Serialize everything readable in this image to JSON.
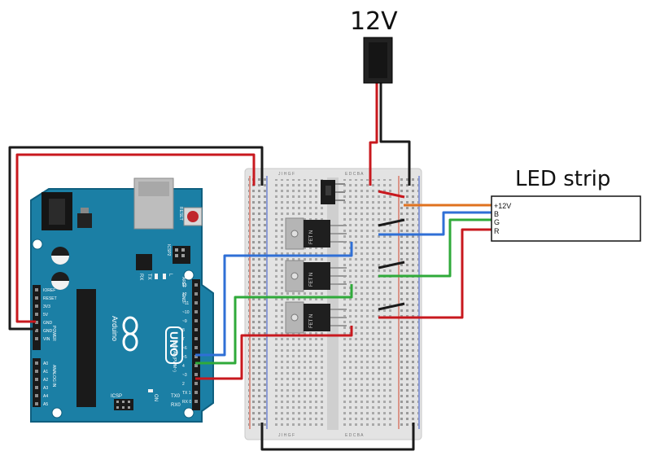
{
  "power": {
    "label": "12V"
  },
  "led_strip": {
    "title": "LED strip",
    "pins": [
      "+12V",
      "B",
      "G",
      "R"
    ]
  },
  "arduino": {
    "brand": "Arduino",
    "model": "UNO",
    "reset_label": "RESET",
    "icsp_label": "ICSP",
    "icsp2_label": "ICSP2",
    "tx_label": "TX",
    "rx_label": "RX",
    "on_label": "ON",
    "aref_label": "AREF",
    "gnd_label": "GND",
    "l_label": "L",
    "power_header": [
      "IOREF",
      "RESET",
      "3V3",
      "5V",
      "GND",
      "GND",
      "VIN"
    ],
    "analog_header": [
      "A0",
      "A1",
      "A2",
      "A3",
      "A4",
      "A5"
    ],
    "power_title": "POWER",
    "analog_title": "ANALOG IN",
    "digital_title": "DIGITAL (PWM~)",
    "digital_pins": [
      "13",
      "12",
      "~11",
      "~10",
      "~9",
      "8",
      "7",
      "~6",
      "~5",
      "4",
      "~3",
      "2",
      "TX 1",
      "RX 0"
    ],
    "tx0_label": "TX0",
    "rx0_label": "RX0"
  },
  "mosfets": [
    {
      "label": "FET N"
    },
    {
      "label": "FET N"
    },
    {
      "label": "FET N"
    }
  ],
  "wire_colors": {
    "red": "#c8181e",
    "black": "#1a1a1a",
    "blue": "#2f6fd6",
    "green": "#2faa3a",
    "orange": "#e0721f"
  }
}
